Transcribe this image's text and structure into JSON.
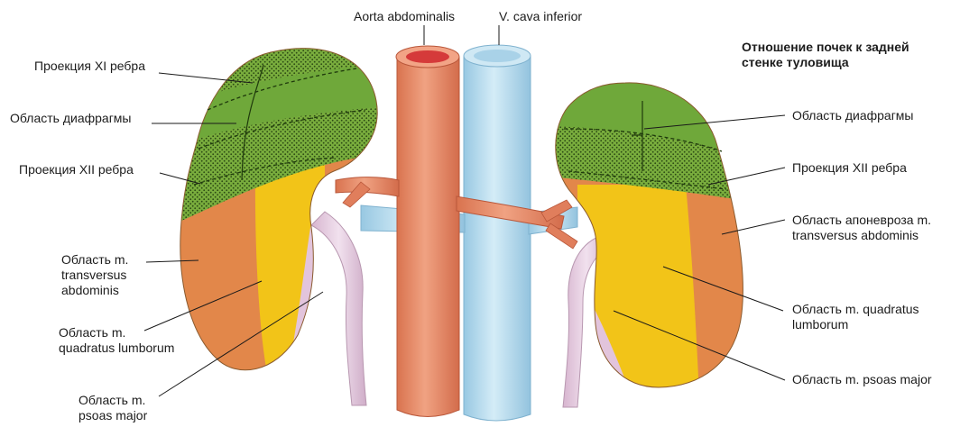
{
  "title": "Отношение почек к задней\nстенке туловища",
  "vessels": {
    "aorta": "Aorta abdominalis",
    "vena_cava": "V. cava inferior"
  },
  "left_labels": {
    "rib_xi": "Проекция XI ребра",
    "diaphragm": "Область диафрагмы",
    "rib_xii": "Проекция XII ребра",
    "transversus": "Область m.\ntransversus\nabdominis",
    "quadratus": "Область m.\nquadratus lumborum",
    "psoas": "Область m.\npsoas major"
  },
  "right_labels": {
    "diaphragm": "Область диафрагмы",
    "rib_xii": "Проекция XII ребра",
    "aponeurosis": "Область апоневроза m.\ntransversus abdominis",
    "quadratus": "Область m. quadratus\nlumborum",
    "psoas": "Область m. psoas major"
  },
  "colors": {
    "diaphragm_green": "#6fa83a",
    "transversus_orange": "#e2874a",
    "quadratus_yellow": "#f2c418",
    "psoas_pink": "#e2c4dc",
    "aorta": "#e88e6c",
    "vena_cava": "#b6dcef"
  }
}
